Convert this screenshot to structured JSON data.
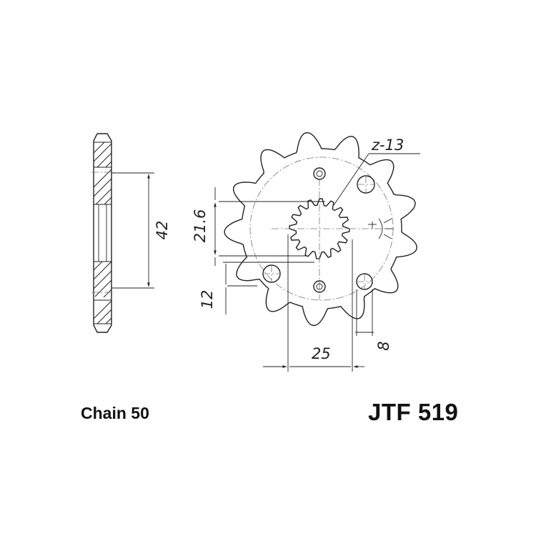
{
  "part_number": "JTF 519",
  "chain": "Chain 50",
  "teeth_label": "z-13",
  "dimensions": {
    "width": "42",
    "spline_major": "21.6",
    "spline_offset": "12",
    "bolt_spacing": "25",
    "hole_diameter": "8"
  },
  "teeth_count": 13
}
